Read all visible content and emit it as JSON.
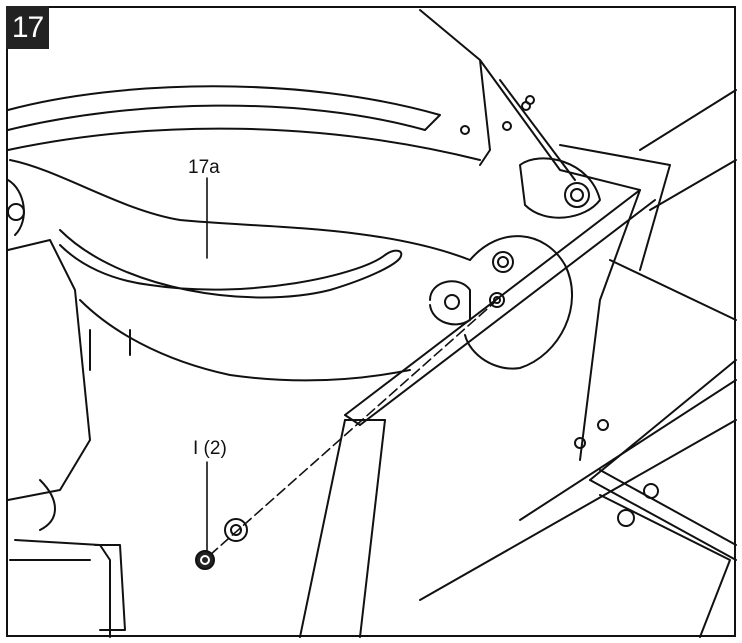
{
  "figure": {
    "step_number": "17",
    "callouts": {
      "part_a": "17a",
      "fastener": "I (2)"
    },
    "line_color": "#111111",
    "paper_color": "#ffffff"
  }
}
